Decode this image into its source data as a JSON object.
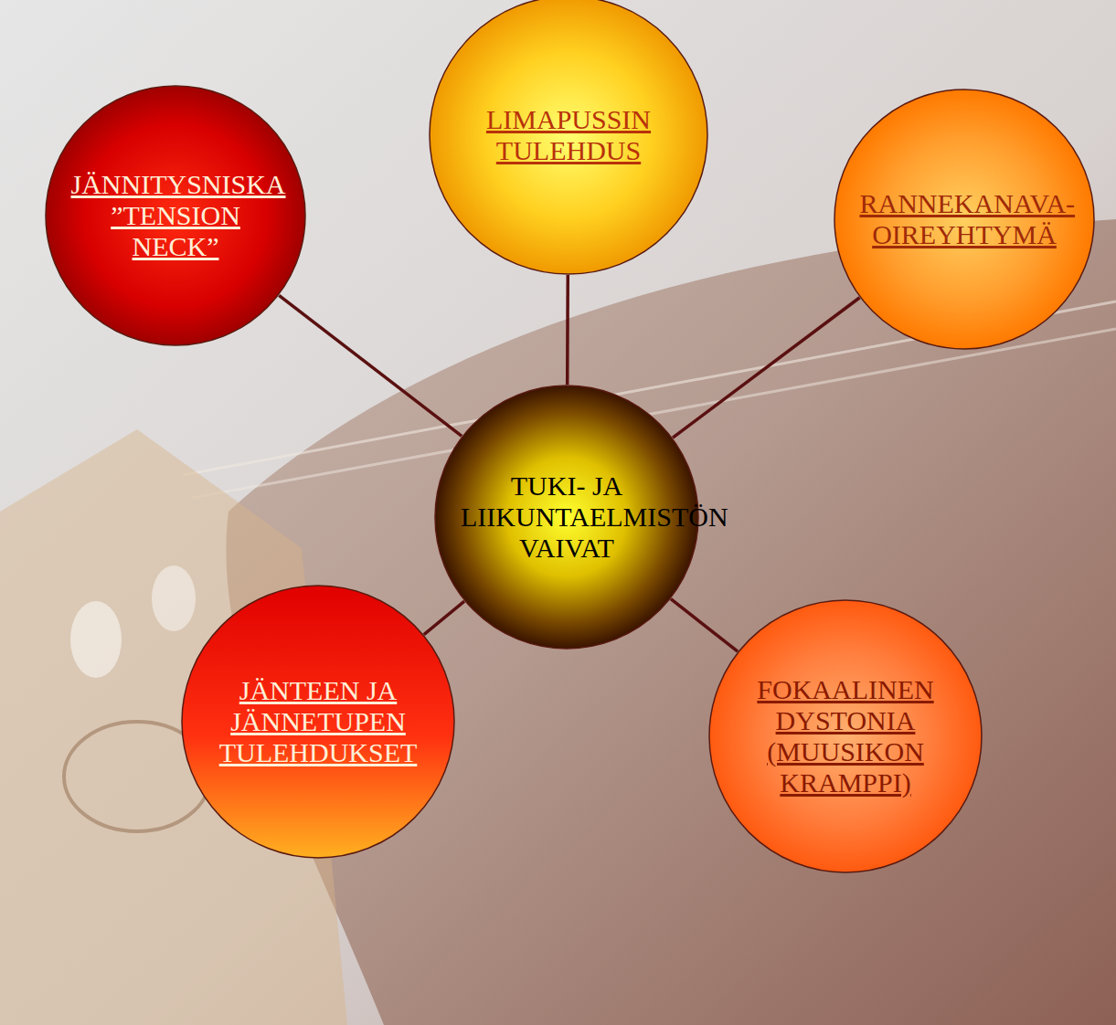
{
  "diagram": {
    "nodes": [
      {
        "text": [
          "LIMAPUSSIN TULEHDUS"
        ]
      },
      {
        "text": [
          "JÄNNITYSNISKA ”TENSION NECK”"
        ]
      },
      {
        "text": [
          "RANNEKANAVA- OIREYHTYMÄ"
        ]
      },
      {
        "text": [
          "TUKI- JA LIIKUNTAELMISTÖN VAIVAT"
        ]
      },
      {
        "text": [
          "JÄNTEEN JA JÄNNETUPEN TULEHDUKSET"
        ]
      },
      {
        "text": [
          "FOKAALINEN DYSTONIA (MUUSIKON KRAMPPI)"
        ]
      }
    ],
    "edges": [
      {
        "from": 3,
        "to": 0,
        "arrow": "none"
      },
      {
        "from": 3,
        "to": 1,
        "arrow": "none"
      },
      {
        "from": 3,
        "to": 2,
        "arrow": "none"
      },
      {
        "from": 3,
        "to": 4,
        "arrow": "none"
      },
      {
        "from": 3,
        "to": 5,
        "arrow": "none"
      }
    ]
  }
}
